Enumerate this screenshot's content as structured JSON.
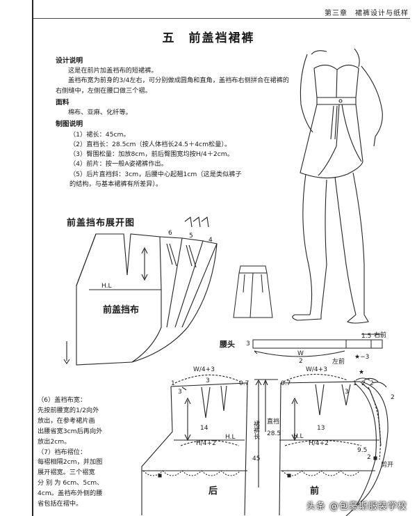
{
  "header": {
    "running_head": "第三章　裙裤设计与纸样",
    "title": "五　前盖裆裙裤"
  },
  "design": {
    "heading": "设计说明",
    "p1": "这是在前片加盖裆布的短裙裤。",
    "p2": "盖裆布宽为前身的3/4左右，可分别做成圆角和直角，盖裆布右侧拼合在裙裤的右侧缝中，左侧在腰口做三个褶。"
  },
  "fabric": {
    "heading": "面料",
    "text": "棉布、亚麻、化纤等。"
  },
  "drafting": {
    "heading": "制图说明",
    "items": [
      "（1）裙长：45cm。",
      "（2）直裆长：28.5cm（按人体裆长24.5＋4cm松量）。",
      "（3）臀围松量：加放8cm，前后臀围宽均按H/4＋2cm。",
      "（4）前片：按一般A姿裙裤作出。",
      "（5）后片直裆斜：3cm，后腰中心起翘1cm（这是类似裤子"
    ],
    "item5_cont": "的结构，与基本裙裤有所差异）。"
  },
  "diagram": {
    "title": "前盖挡布展开图",
    "panel_label": "前盖挡布",
    "hl": "H.L",
    "pleat_numbers": [
      "6",
      "5",
      "4"
    ]
  },
  "waistband": {
    "label": "腰头",
    "n3": "3",
    "w2": "W",
    "w2_den": "2",
    "n15": "1.5",
    "right_front": "右前",
    "left_front": "左前",
    "star3": "★−3"
  },
  "side_notes": {
    "note6_title": "（6）盖裆布宽：",
    "note6_lines": [
      "先按前腰宽的1/2向外",
      "放出，在参考裙片画",
      "出腰省宽3cm后再向外",
      "放出2cm。"
    ],
    "note7_title": "（7）裆布褶位：",
    "note7_lines": [
      "每褶相隔2cm，并加图",
      "展开褶宽。三个褶宽",
      "分 别 为 6cm、5cm、",
      "4cm。盖裆布外侧的腰",
      "省包括在褶中。"
    ]
  },
  "pattern": {
    "back_label": "后",
    "front_label": "前",
    "w4_back": "W/4+3",
    "w4_front": "W/4+3",
    "h4_back": "H/4+2",
    "h4_front": "H/4+2",
    "hl_back": "H.L",
    "hl_front": "H.L",
    "crotch": "直裆",
    "crotch_val": "28.5",
    "skirt_len": "裙裤长",
    "skirt_len_val": "45",
    "n1": "1",
    "n3a": "3",
    "n3b": "3",
    "n07a": "0.7",
    "n07b": "0.7",
    "n14": "14",
    "n13": "13",
    "n1r": "1",
    "n2r": "2",
    "n2ra": "2",
    "n3r": "3",
    "n2s": "2",
    "n95": "9.5",
    "n2c": "2",
    "cut_open": "剪开",
    "star": "★"
  },
  "watermark": "头条 @包豪斯服装学校"
}
